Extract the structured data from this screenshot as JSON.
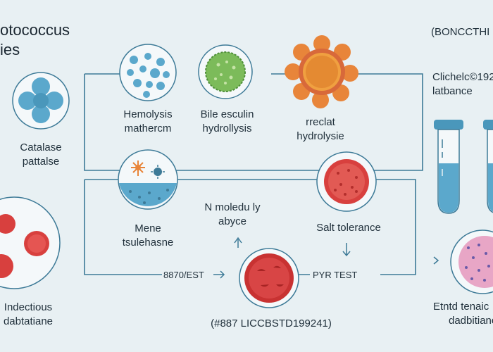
{
  "header": {
    "title_line1": "otococcus",
    "title_line2": "ies",
    "top_right_label": "(BONCCTHI"
  },
  "nodes": {
    "catalase": {
      "line1": "Catalase",
      "line2": "pattalse",
      "icon": "blue-cell-cluster-icon"
    },
    "hemolysis": {
      "line1": "Hemolysis",
      "line2": "mathercm",
      "icon": "blue-dots-petri-icon"
    },
    "bile_esculin": {
      "line1": "Bile esculin",
      "line2": "hydrollysis",
      "icon": "green-cell-icon"
    },
    "rreclat": {
      "line1": "rreclat",
      "line2": "hydrolysie",
      "icon": "orange-spiky-cell-icon"
    },
    "chlorine": {
      "line1": "Clichelc©192",
      "line2": "latbance"
    },
    "mene": {
      "line1": "Mene",
      "line2": "tsulehasne",
      "icon": "petri-dish-icon"
    },
    "molecule": {
      "line1": "N moledu  ly",
      "line2": "abyce"
    },
    "salt_tolerance": {
      "label": "Salt tolerance",
      "icon": "red-petri-icon"
    },
    "infectious": {
      "line1": "Indectious",
      "line2": "dabtatiane",
      "icon": "red-cells-icon"
    },
    "test_8870": {
      "label": "8870/EST"
    },
    "pyr_test": {
      "label": "PYR TEST"
    },
    "bottom_code": {
      "label": "(#887 LICCBSTD199241)",
      "icon": "red-blood-cell-icon"
    },
    "etntd": {
      "line1": "Etntd tenaic",
      "line2": "dadbitiane",
      "icon": "pink-cell-icon"
    }
  },
  "colors": {
    "background": "#e8f0f3",
    "line": "#3d7a97",
    "blue_cell": "#5ba8cc",
    "green_cell": "#7cbb5a",
    "orange_cell": "#e8853a",
    "red_cell": "#d8403e",
    "pink_cell": "#e8a6c6"
  }
}
